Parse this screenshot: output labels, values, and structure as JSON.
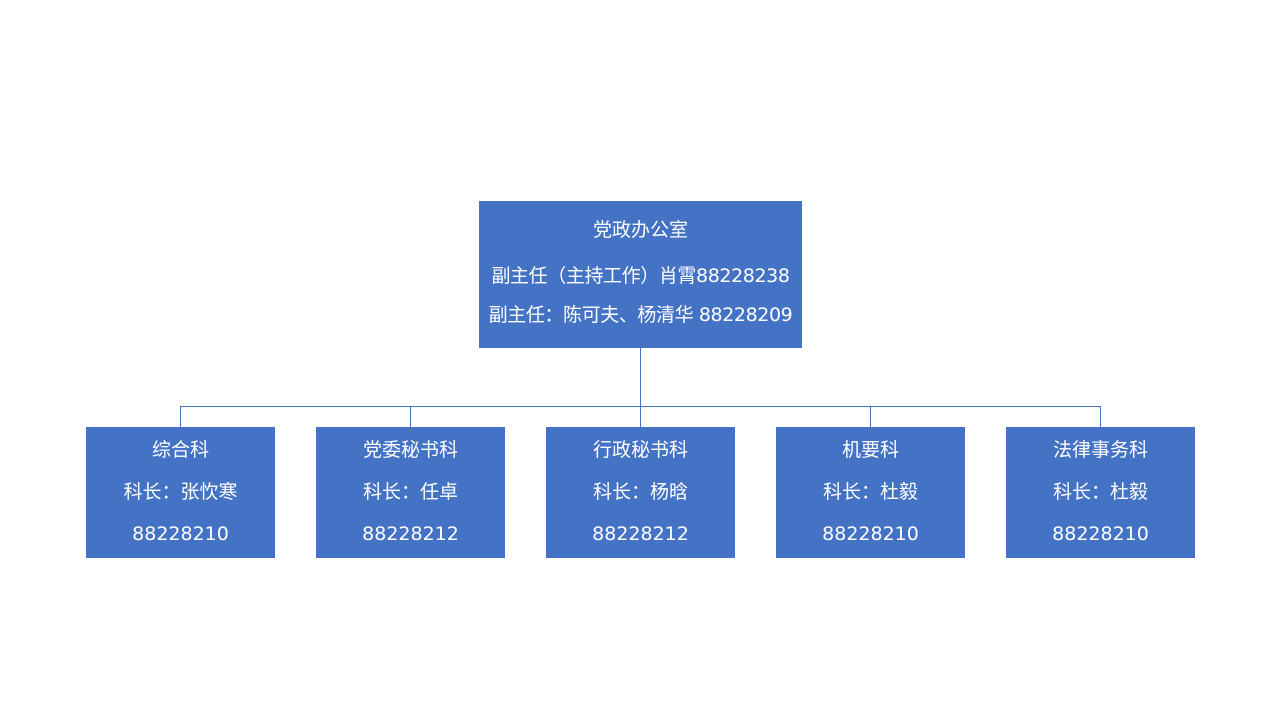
{
  "org_chart": {
    "root": {
      "title": "党政办公室",
      "line2": "副主任（主持工作）肖霄88228238",
      "line3": "副主任：陈可夫、杨清华 88228209"
    },
    "children": [
      {
        "title": "综合科",
        "head": "科长：张忺寒",
        "phone": "88228210"
      },
      {
        "title": "党委秘书科",
        "head": "科长：任卓",
        "phone": "88228212"
      },
      {
        "title": "行政秘书科",
        "head": "科长：杨晗",
        "phone": "88228212"
      },
      {
        "title": "机要科",
        "head": "科长：杜毅",
        "phone": "88228210"
      },
      {
        "title": "法律事务科",
        "head": "科长：杜毅",
        "phone": "88228210"
      }
    ]
  },
  "colors": {
    "box_fill": "#4472c4",
    "connector": "#4472c4",
    "text": "#ffffff",
    "background": "#ffffff"
  }
}
